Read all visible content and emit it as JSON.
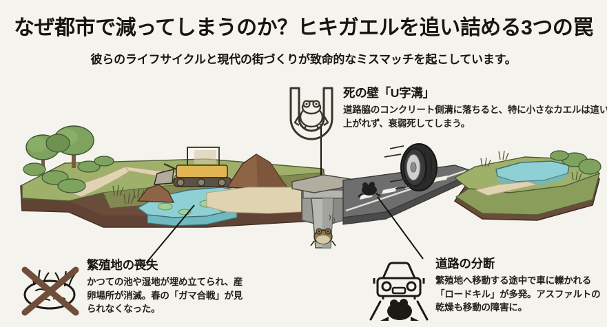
{
  "header": {
    "title": "なぜ都市で減ってしまうのか？ヒキガエルを追い詰める3つの罠",
    "subtitle": "彼らのライフサイクルと現代の街づくりが致命的なミスマッチを起こしています。"
  },
  "callouts": [
    {
      "id": "u-gutter",
      "heading": "死の壁「U字溝」",
      "body": "道路脇のコンクリート側溝に落ちると、特に小さなカエルは這い上がれず、衰弱死してしまう。",
      "icon": "u-gutter-frog-icon"
    },
    {
      "id": "breeding-loss",
      "heading": "繁殖地の喪失",
      "body": "かつての池や湿地が埋め立てられ、産卵場所が消滅。春の「ガマ合戦」が見られなくなった。",
      "icon": "crossed-out-pond-icon"
    },
    {
      "id": "road-fragmentation",
      "heading": "道路の分断",
      "body": "繁殖地へ移動する途中で車に轢かれる「ロードキル」が多発。アスファルトの乾燥も移動の障害に。",
      "icon": "car-over-frog-icon"
    }
  ],
  "scene": {
    "name": "urban-habitat-cross-section-illustration",
    "elements": [
      "trees",
      "shrubs",
      "footpath",
      "filled-pond",
      "bulldozer",
      "dirt-mound",
      "concrete-u-gutter-cross-section",
      "trapped-frog",
      "asphalt-road",
      "lane-markings",
      "rolling-tire",
      "road-frog",
      "remaining-pond",
      "soil-layer"
    ]
  },
  "colors": {
    "background": "#f5f3ed",
    "ink": "#16150f",
    "grass_light": "#9fb06a",
    "grass_mid": "#8a9d5b",
    "grass_dark": "#6f8446",
    "soil": "#6b4c3b",
    "soil_dark": "#573d2f",
    "dirt": "#8d6446",
    "water": "#8fd0d4",
    "water_dark": "#6fb9c0",
    "asphalt": "#6e6e6e",
    "concrete": "#9a9a96",
    "concrete_dark": "#7d7d79",
    "tree_green": "#7da35e",
    "bulldozer_yellow": "#e0b552",
    "tire_black": "#2b2b2b",
    "path_sand": "#e0d3b2",
    "x_mark": "#6f4e3a"
  }
}
